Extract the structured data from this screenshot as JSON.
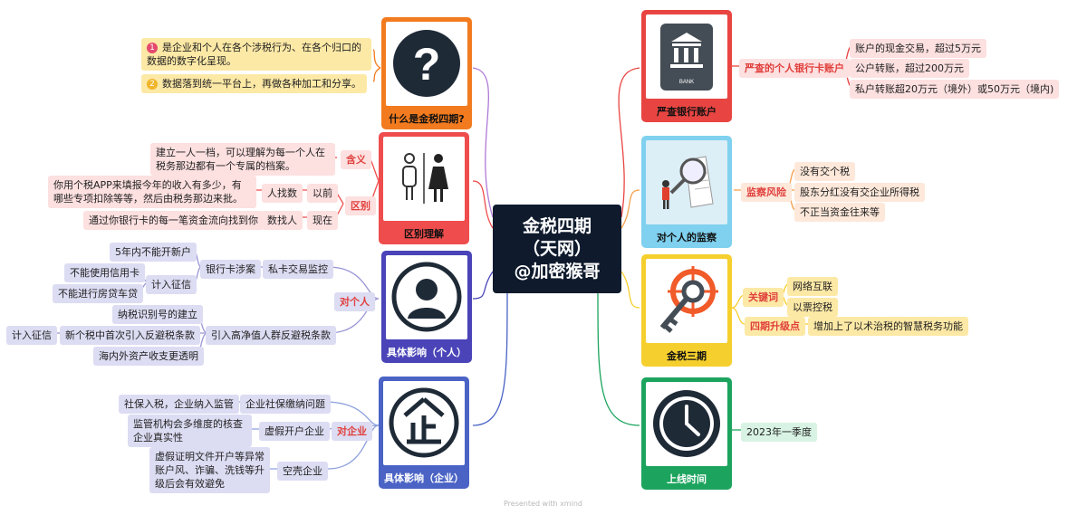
{
  "center": {
    "line1": "金税四期",
    "line2": "（天网）",
    "line3": "@加密猴哥"
  },
  "cards": {
    "what": {
      "caption": "什么是金税四期?",
      "color": "#f27b1f",
      "icon": "question-mark-icon"
    },
    "diff": {
      "caption": "区别理解",
      "color": "#ef4d4d",
      "icon": "person-and-person-icon"
    },
    "personal": {
      "caption": "具体影响（个人）",
      "color": "#4a44b8",
      "icon": "person-silhouette-icon"
    },
    "enterprise": {
      "caption": "具体影响（企业）",
      "color": "#4a63c5",
      "icon": "qi-character-icon"
    },
    "bank": {
      "caption": "严查银行账户",
      "color": "#e84542",
      "icon": "bank-icon",
      "bank_text": "BANK"
    },
    "monitor": {
      "caption": "对个人的监察",
      "color": "#7fd1ef",
      "icon": "magnifier-document-icon"
    },
    "gts3": {
      "caption": "金税三期",
      "color": "#f5cf2e",
      "icon": "target-key-icon"
    },
    "time": {
      "caption": "上线时间",
      "color": "#1ca45e",
      "icon": "clock-icon"
    }
  },
  "what": {
    "items": [
      {
        "num": "1",
        "text": "是企业和个人在各个涉税行为、在各个归口的数据的数字化呈现。"
      },
      {
        "num": "2",
        "text": "数据落到统一平台上，再做各种加工和分享。"
      }
    ]
  },
  "diff": {
    "meaning_label": "含义",
    "meaning_text": "建立一人一档，可以理解为每一个人在税务那边都有一个专属的档案。",
    "diff_label": "区别",
    "before_label": "以前",
    "before_mid": "人找数",
    "before_text": "你用个税APP来填报今年的收入有多少，有哪些专项扣除等等，然后由税务那边来批。",
    "now_label": "现在",
    "now_mid": "数找人",
    "now_text": "通过你银行卡的每一笔资金流向找到你"
  },
  "personal": {
    "label": "对个人",
    "private": "私卡交易监控",
    "bankcard": "银行卡涉案",
    "no_account": "5年内不能开新户",
    "credit": "计入征信",
    "no_credit_card": "不能使用信用卡",
    "no_loan": "不能进行房贷车贷",
    "antiavoid": "引入高净值人群反避税条款",
    "tin": "纳税识别号的建立",
    "first": "新个税中首次引入反避税条款",
    "credit2": "计入征信",
    "overseas": "海内外资产收支更透明"
  },
  "enterprise": {
    "label": "对企业",
    "social": "企业社保缴纳问题",
    "social_text": "社保入税，企业纳入监管",
    "fake": "虚假开户企业",
    "fake_text": "监管机构会多维度的核查企业真实性",
    "shell": "空壳企业",
    "shell_text": "虚假证明文件开户等异常账户风、诈骗、洗钱等升级后会有效避免"
  },
  "bank": {
    "label": "严查的个人银行卡账户",
    "items": [
      "账户的现金交易，超过5万元",
      "公户转账，超过200万元",
      "私户转账超20万元（境外）或50万元（境内)"
    ]
  },
  "monitor": {
    "label": "监察风险",
    "items": [
      "没有交个税",
      "股东分红没有交企业所得税",
      "不正当资金往来等"
    ]
  },
  "gts3": {
    "kw_label": "关键词",
    "kw_items": [
      "网络互联",
      "以票控税"
    ],
    "up_label": "四期升级点",
    "up_text": "增加上了以术治税的智慧税务功能"
  },
  "time": {
    "label": "2023年一季度"
  },
  "footer": {
    "text": "Presented with xmind"
  }
}
